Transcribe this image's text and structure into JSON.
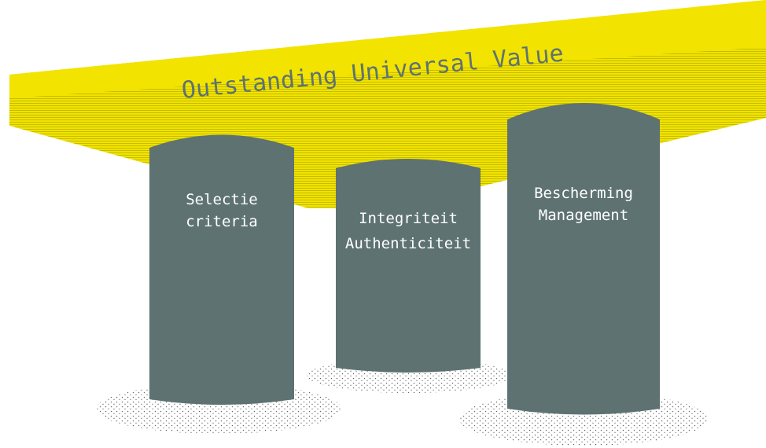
{
  "banner": {
    "title": "Outstanding Universal Value"
  },
  "pillars": [
    {
      "line1": "Selectie",
      "line2": "criteria"
    },
    {
      "line1": "Integriteit",
      "line2": "Authenticiteit"
    },
    {
      "line1": "Bescherming",
      "line2": "Management"
    }
  ],
  "colors": {
    "banner_fill": "#f2e300",
    "banner_stripes": "#8a8a00",
    "banner_text": "#5e7272",
    "pillar_fill": "#5e7272",
    "pillar_text": "#ffffff",
    "shadow_dots": "#333333"
  }
}
